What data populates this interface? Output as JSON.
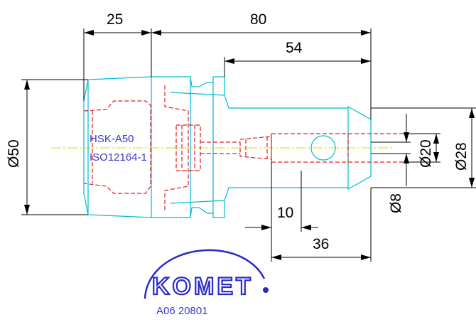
{
  "dimensions": {
    "dim_25": "25",
    "dim_80": "80",
    "dim_54": "54",
    "dim_d50": "Ø50",
    "dim_d20": "Ø20",
    "dim_d28": "Ø28",
    "dim_d8": "Ø8",
    "dim_10": "10",
    "dim_36": "36"
  },
  "part": {
    "interface": "HSK-A50",
    "standard": "ISO12164-1"
  },
  "logo": {
    "brand": "KOMET"
  },
  "catalog_number": "A06 20801",
  "colors": {
    "outline": "#00bcd4",
    "hidden_lines": "#e02020",
    "centerline": "#e8d800",
    "dimensions": "#000000",
    "labels": "#3a3acc"
  }
}
